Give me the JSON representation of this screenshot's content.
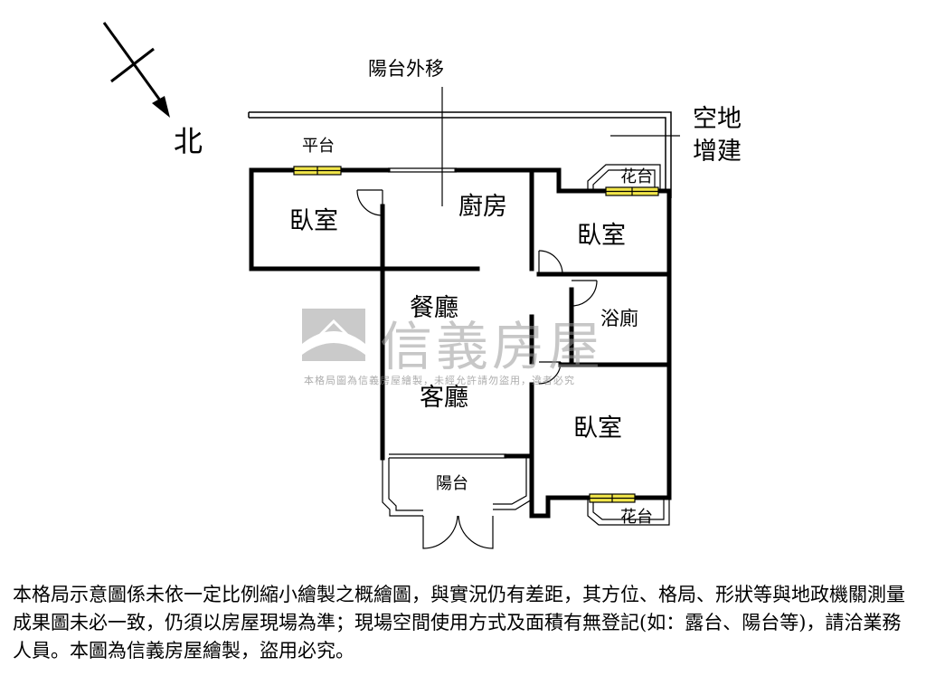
{
  "compass": {
    "label": "北",
    "icon": "north-arrow-icon"
  },
  "labels": {
    "balcony_moved": "陽台外移",
    "vacant_extension_line1": "空地",
    "vacant_extension_line2": "增建",
    "platform": "平台",
    "flower_bed_top": "花台",
    "flower_bed_bottom": "花台",
    "bedroom_1": "臥室",
    "kitchen": "廚房",
    "bedroom_2": "臥室",
    "dining_room": "餐廳",
    "bathroom": "浴廁",
    "living_room": "客廳",
    "bedroom_3": "臥室",
    "balcony": "陽台"
  },
  "watermark": {
    "brand": "信義房屋",
    "notice": "本格局圖為信義房屋繪製，未經允許請勿盜用，違者必究",
    "logo_icon": "sinyi-logo-icon"
  },
  "disclaimer": "本格局示意圖係未依一定比例縮小繪製之概繪圖，與實況仍有差距，其方位、格局、形狀等與地政機關測量成果圖未必一致，仍須以房屋現場為準；現場空間使用方式及面積有無登記(如：露台、陽台等)，請洽業務人員。本圖為信義房屋繪製，盜用必究。",
  "colors": {
    "wall": "#000000",
    "window_fill": "#f2e64a",
    "watermark": "#9a9a9a"
  }
}
